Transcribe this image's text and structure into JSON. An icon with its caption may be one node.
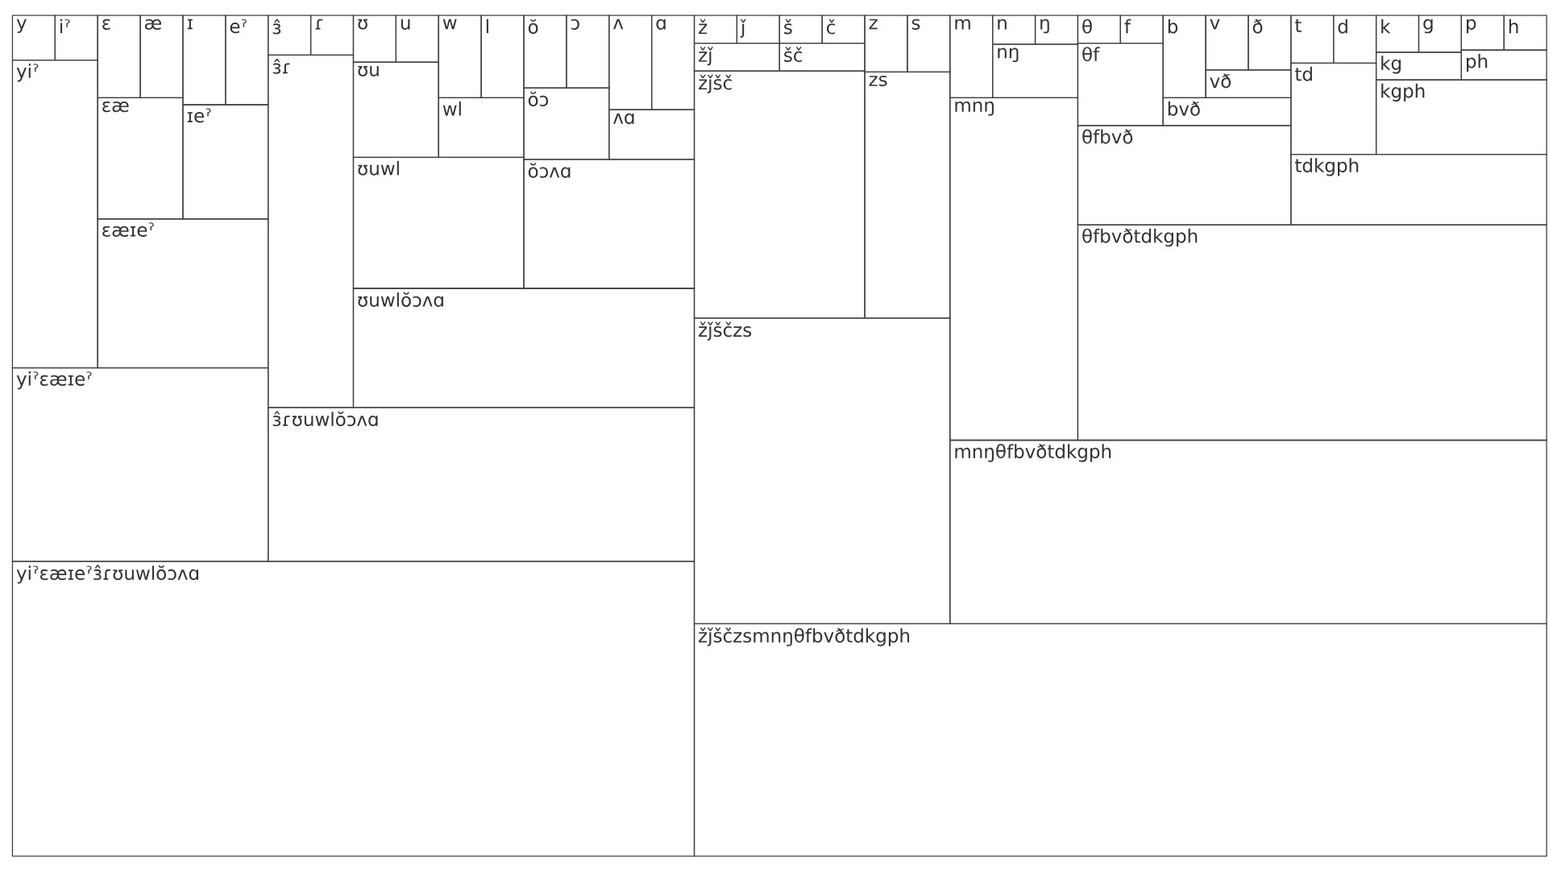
{
  "diagram": {
    "nodes": [
      {
        "text": [
          "y"
        ]
      },
      {
        "text": [
          "iˀ"
        ]
      },
      {
        "text": [
          "ɛ"
        ]
      },
      {
        "text": [
          "æ"
        ]
      },
      {
        "text": [
          "ɪ"
        ]
      },
      {
        "text": [
          "eˀ"
        ]
      },
      {
        "text": [
          "ɜ̂"
        ]
      },
      {
        "text": [
          "ɾ"
        ]
      },
      {
        "text": [
          "ʊ"
        ]
      },
      {
        "text": [
          "u"
        ]
      },
      {
        "text": [
          "w"
        ]
      },
      {
        "text": [
          "l"
        ]
      },
      {
        "text": [
          "ŏ"
        ]
      },
      {
        "text": [
          "ɔ"
        ]
      },
      {
        "text": [
          "ʌ"
        ]
      },
      {
        "text": [
          "ɑ"
        ]
      },
      {
        "text": [
          "ž"
        ]
      },
      {
        "text": [
          "ǰ"
        ]
      },
      {
        "text": [
          "š"
        ]
      },
      {
        "text": [
          "č"
        ]
      },
      {
        "text": [
          "z"
        ]
      },
      {
        "text": [
          "s"
        ]
      },
      {
        "text": [
          "m"
        ]
      },
      {
        "text": [
          "n"
        ]
      },
      {
        "text": [
          "ŋ"
        ]
      },
      {
        "text": [
          "θ"
        ]
      },
      {
        "text": [
          "f"
        ]
      },
      {
        "text": [
          "b"
        ]
      },
      {
        "text": [
          "v"
        ]
      },
      {
        "text": [
          "ð"
        ]
      },
      {
        "text": [
          "t"
        ]
      },
      {
        "text": [
          "d"
        ]
      },
      {
        "text": [
          "k"
        ]
      },
      {
        "text": [
          "g"
        ]
      },
      {
        "text": [
          "p"
        ]
      },
      {
        "text": [
          "h"
        ]
      },
      {
        "text": [
          "yiˀ"
        ]
      },
      {
        "text": [
          "ɛæ"
        ]
      },
      {
        "text": [
          "ɪeˀ"
        ]
      },
      {
        "text": [
          "ɛæɪeˀ"
        ]
      },
      {
        "text": [
          "yiˀɛæɪeˀ"
        ]
      },
      {
        "text": [
          "ɜ̂ɾ"
        ]
      },
      {
        "text": [
          "ʊu"
        ]
      },
      {
        "text": [
          "wl"
        ]
      },
      {
        "text": [
          "ʊuwl"
        ]
      },
      {
        "text": [
          "ŏɔ"
        ]
      },
      {
        "text": [
          "ʌɑ"
        ]
      },
      {
        "text": [
          "ŏɔʌɑ"
        ]
      },
      {
        "text": [
          "ʊuwlŏɔʌɑ"
        ]
      },
      {
        "text": [
          "ɜ̂ɾʊuwlŏɔʌɑ"
        ]
      },
      {
        "text": [
          "yiˀɛæɪeˀɜ̂ɾʊuwlŏɔʌɑ"
        ]
      },
      {
        "text": [
          "žǰ"
        ]
      },
      {
        "text": [
          "šč"
        ]
      },
      {
        "text": [
          "žǰšč"
        ]
      },
      {
        "text": [
          "zs"
        ]
      },
      {
        "text": [
          "žǰščzs"
        ]
      },
      {
        "text": [
          "nŋ"
        ]
      },
      {
        "text": [
          "mnŋ"
        ]
      },
      {
        "text": [
          "θf"
        ]
      },
      {
        "text": [
          "vð"
        ]
      },
      {
        "text": [
          "bvð"
        ]
      },
      {
        "text": [
          "θfbvð"
        ]
      },
      {
        "text": [
          "td"
        ]
      },
      {
        "text": [
          "kg"
        ]
      },
      {
        "text": [
          "ph"
        ]
      },
      {
        "text": [
          "kgph"
        ]
      },
      {
        "text": [
          "tdkgph"
        ]
      },
      {
        "text": [
          "θfbvðtdkgph"
        ]
      },
      {
        "text": [
          "mnŋθfbvðtdkgph"
        ]
      },
      {
        "text": [
          "žǰščzsmnŋθfbvðtdkgph"
        ]
      }
    ]
  }
}
